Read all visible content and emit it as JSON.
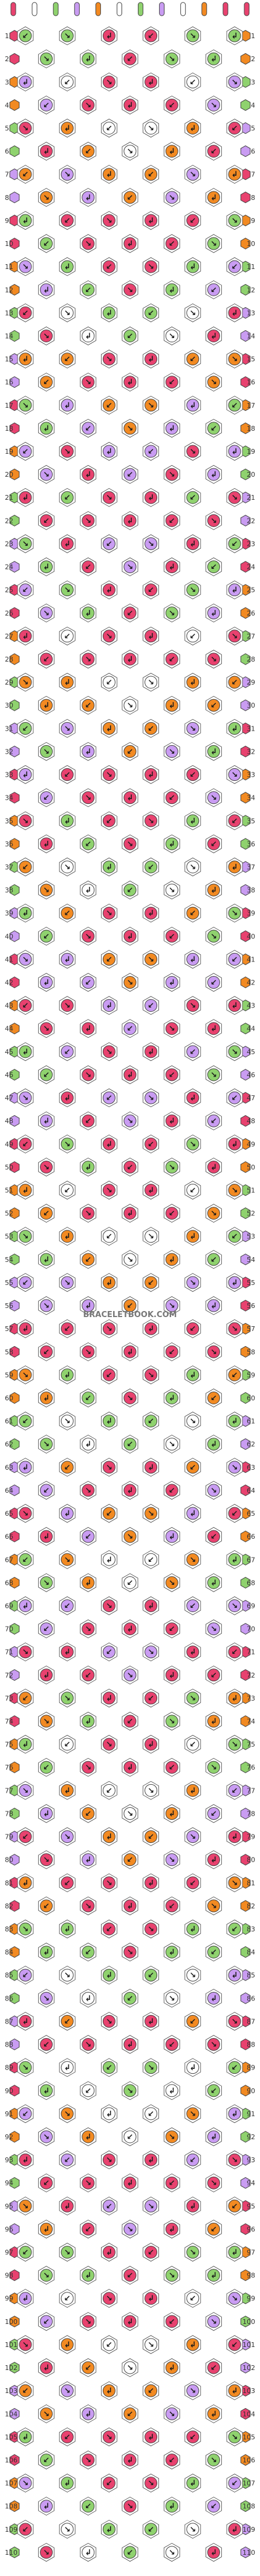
{
  "watermark": "BRACELETBOOK.COM",
  "row_count": 110,
  "strands": 12,
  "colors": {
    "pink": "#e8426f",
    "orange": "#f28a22",
    "green": "#8fd26e",
    "lilac": "#c99cf2",
    "white": "#ffffff",
    "outline": "#444444"
  },
  "top_strand_colors": [
    "pink",
    "white",
    "green",
    "lilac",
    "orange",
    "white",
    "green",
    "lilac",
    "white",
    "orange",
    "pink",
    "pink"
  ],
  "row_labels": [
    "1",
    "2",
    "3",
    "4",
    "5",
    "6",
    "7",
    "8",
    "9",
    "10",
    "11",
    "12",
    "13",
    "14",
    "15",
    "16",
    "17",
    "18",
    "19",
    "20",
    "21",
    "22",
    "23",
    "24",
    "25",
    "26",
    "27",
    "28",
    "29",
    "30",
    "31",
    "32",
    "33",
    "34",
    "35",
    "36",
    "37",
    "38",
    "39",
    "40",
    "41",
    "42",
    "43",
    "44",
    "45",
    "46",
    "47",
    "48",
    "49",
    "50",
    "51",
    "52",
    "53",
    "54",
    "55",
    "56",
    "57",
    "58",
    "59",
    "60",
    "61",
    "62",
    "63",
    "64",
    "65",
    "66",
    "67",
    "68",
    "69",
    "70",
    "71",
    "72",
    "73",
    "74",
    "75",
    "76",
    "77",
    "78",
    "79",
    "80",
    "81",
    "82",
    "83",
    "84",
    "85",
    "86",
    "87",
    "88",
    "89",
    "90",
    "91",
    "92",
    "93",
    "94",
    "95",
    "96",
    "97",
    "98",
    "99",
    "100",
    "101",
    "102",
    "103",
    "104",
    "105",
    "106",
    "107",
    "108",
    "109",
    "110"
  ]
}
